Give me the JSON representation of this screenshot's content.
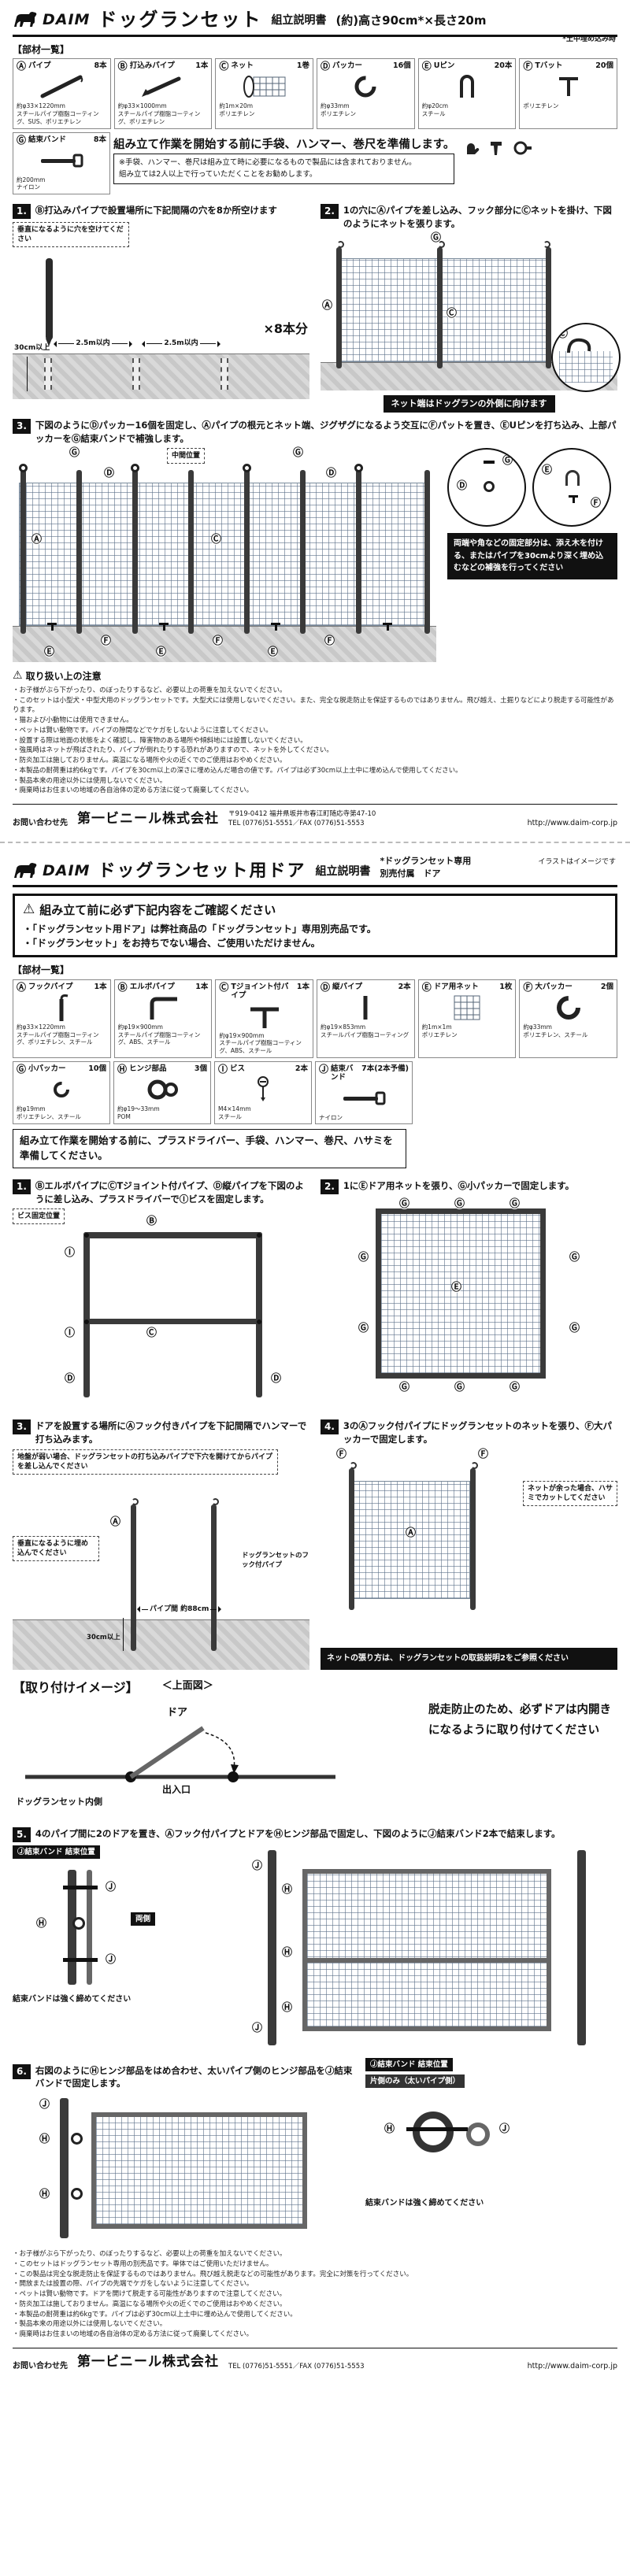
{
  "page1": {
    "header": {
      "brand": "DAIM",
      "title": "ドッグランセット",
      "doc": "組立説明書",
      "size": "(約)高さ90cm*×長さ20m",
      "size_note": "*土中埋め込み時"
    },
    "parts_heading": "【部材一覧】",
    "parts": [
      {
        "key": "Ⓐ",
        "name": "パイプ",
        "qty": "8本",
        "spec": "約φ33×1220mm",
        "material": "スチールパイプ樹脂コーティング、SUS、ポリエチレン"
      },
      {
        "key": "Ⓑ",
        "name": "打込みパイプ",
        "qty": "1本",
        "spec": "約φ33×1000mm",
        "material": "スチールパイプ樹脂コーティング、ポリエチレン"
      },
      {
        "key": "Ⓒ",
        "name": "ネット",
        "qty": "1巻",
        "spec": "約1m×20m",
        "material": "ポリエチレン"
      },
      {
        "key": "Ⓓ",
        "name": "パッカー",
        "qty": "16個",
        "spec": "約φ33mm",
        "material": "ポリエチレン"
      },
      {
        "key": "Ⓔ",
        "name": "Uピン",
        "qty": "20本",
        "spec": "約φ20cm",
        "material": "スチール"
      },
      {
        "key": "Ⓕ",
        "name": "Tバット",
        "qty": "20個",
        "spec": "",
        "material": "ポリエチレン"
      },
      {
        "key": "Ⓖ",
        "name": "結束バンド",
        "qty": "8本",
        "spec": "約200mm",
        "material": "ナイロン"
      }
    ],
    "prep": {
      "main": "組み立て作業を開始する前に手袋、ハンマー、巻尺を準備します。",
      "note1": "※手袋、ハンマー、巻尺は組み立て時に必要になるもので製品には含まれておりません。",
      "note2": "組み立ては2人以上で行っていただくことをお勧めします。"
    },
    "step1": {
      "num": "1.",
      "text": "Ⓑ打込みパイプで設置場所に下記間隔の穴を8か所空けます",
      "callout": "垂直になるように穴を空けてください",
      "span": "2.5m以内",
      "count": "×8本分",
      "depth": "30cm以上"
    },
    "step2": {
      "num": "2.",
      "text": "1の穴にⒶパイプを差し込み、フック部分にⒸネットを掛け、下図のようにネットを張ります。",
      "lbl_a": "Ⓐ",
      "lbl_c": "Ⓒ",
      "lbl_g": "Ⓖ",
      "banner": "ネット端はドッグランの外側に向けます"
    },
    "step3": {
      "num": "3.",
      "text": "下図のようにⒹパッカー16個を固定し、Ⓐパイプの根元とネット端、ジグザグになるよう交互にⒻパットを置き、ⒺUピンを打ち込み、上部パッカーをⒼ結束バンドで補強します。",
      "mid": "中間位置",
      "lbl_a": "Ⓐ",
      "lbl_c": "Ⓒ",
      "lbl_d": "Ⓓ",
      "lbl_e": "Ⓔ",
      "lbl_f": "Ⓕ",
      "lbl_g": "Ⓖ",
      "reinforce": "両端や角などの固定部分は、添え木を付ける、またはパイプを30cmより深く埋め込むなどの補強を行ってください"
    },
    "notes": {
      "warn": "⚠",
      "heading": "取り扱い上の注意",
      "items": [
        "・お子様がぶら下がったり、のぼったりするなど、必要以上の荷重を加えないでください。",
        "・このセットは小型犬・中型犬用のドッグランセットです。大型犬には使用しないでください。また、完全な脱走防止を保証するものではありません。飛び越え、土掘りなどにより脱走する可能性があります。",
        "・猫および小動物には使用できません。",
        "・ペットは賢い動物です。パイプの隙間などでケガをしないように注意してください。",
        "・設置する際は地面の状態をよく確認し、障害物のある場所や傾斜地には設置しないでください。",
        "・強風時はネットが飛ばされたり、パイプが倒れたりする恐れがありますので、ネットを外してください。",
        "・防炎加工は施しておりません。高温になる場所や火の近くでのご使用はおやめください。",
        "・本製品の耐荷重は約6kgです。パイプを30cm以上の深さに埋め込んだ場合の値です。パイプは必ず30cm以上土中に埋め込んで使用してください。",
        "・製品本来の用途以外には使用しないでください。",
        "・廃棄時はお住まいの地域の各自治体の定める方法に従って廃棄してください。"
      ]
    },
    "contact": {
      "label": "お問い合わせ先",
      "company": "第一ビニール株式会社",
      "address": "〒919-0412 福井県坂井市春江町随応寺第47-10",
      "tel": "TEL (0776)51-5551／FAX (0776)51-5553",
      "url": "http://www.daim-corp.jp"
    }
  },
  "page2": {
    "header": {
      "brand": "DAIM",
      "title": "ドッグランセット用ドア",
      "doc": "組立説明書",
      "sub1": "*ドッグランセット専用",
      "sub2": "別売付属　ドア",
      "note": "イラストはイメージです"
    },
    "confirm": {
      "warn": "⚠",
      "heading": "組み立て前に必ず下記内容をご確認ください",
      "line1": "・「ドッグランセット用ドア」は弊社商品の「ドッグランセット」専用別売品です。",
      "line2": "・「ドッグランセット」をお持ちでない場合、ご使用いただけません。"
    },
    "parts_heading": "【部材一覧】",
    "parts": [
      {
        "key": "Ⓐ",
        "name": "フックパイプ",
        "qty": "1本",
        "spec": "約φ33×1220mm",
        "material": "スチールパイプ樹脂コーティング、ポリエチレン、スチール"
      },
      {
        "key": "Ⓑ",
        "name": "エルボパイプ",
        "qty": "1本",
        "spec": "約φ19×900mm",
        "material": "スチールパイプ樹脂コーティング、ABS、スチール"
      },
      {
        "key": "Ⓒ",
        "name": "Tジョイント付パイプ",
        "qty": "1本",
        "spec": "約φ19×900mm",
        "material": "スチールパイプ樹脂コーティング、ABS、スチール"
      },
      {
        "key": "Ⓓ",
        "name": "縦パイプ",
        "qty": "2本",
        "spec": "約φ19×853mm",
        "material": "スチールパイプ樹脂コーティング"
      },
      {
        "key": "Ⓔ",
        "name": "ドア用ネット",
        "qty": "1枚",
        "spec": "約1m×1m",
        "material": "ポリエチレン"
      },
      {
        "key": "Ⓕ",
        "name": "大パッカー",
        "qty": "2個",
        "spec": "約φ33mm",
        "material": "ポリエチレン、スチール"
      },
      {
        "key": "Ⓖ",
        "name": "小パッカー",
        "qty": "10個",
        "spec": "約φ19mm",
        "material": "ポリエチレン、スチール"
      },
      {
        "key": "Ⓗ",
        "name": "ヒンジ部品",
        "qty": "3個",
        "spec": "約φ19～33mm",
        "material": "POM"
      },
      {
        "key": "Ⓘ",
        "name": "ビス",
        "qty": "2本",
        "spec": "M4×14mm",
        "material": "スチール"
      },
      {
        "key": "Ⓙ",
        "name": "結束バンド",
        "qty": "7本(2本予備)",
        "spec": "",
        "material": "ナイロン"
      }
    ],
    "prep": "組み立て作業を開始する前に、プラスドライバー、手袋、ハンマー、巻尺、ハサミを準備してください。",
    "step1": {
      "num": "1.",
      "text": "ⒷエルボパイプにⒸTジョイント付パイプ、Ⓓ縦パイプを下図のように差し込み、プラスドライバーでⒾビスを固定します。",
      "callout": "ビス固定位置",
      "lbl_b": "Ⓑ",
      "lbl_c": "Ⓒ",
      "lbl_d": "Ⓓ",
      "lbl_i": "Ⓘ"
    },
    "step2": {
      "num": "2.",
      "text": "1にⒺドア用ネットを張り、Ⓖ小パッカーで固定します。",
      "lbl_e": "Ⓔ",
      "lbl_g": "Ⓖ"
    },
    "step3": {
      "num": "3.",
      "text": "ドアを設置する場所にⒶフック付きパイプを下記間隔でハンマーで打ち込みます。",
      "callout1": "地盤が弱い場合、ドッグランセットの打ち込みパイプで下穴を開けてからパイプを差し込んでください",
      "callout2": "垂直になるように埋め込んでください",
      "depth": "30cm以上",
      "gap": "パイプ間 約88cm",
      "hook": "ドッグランセットのフック付パイプ",
      "lbl_a": "Ⓐ"
    },
    "step4": {
      "num": "4.",
      "text": "3のⒶフック付パイプにドッグランセットのネットを張り、Ⓕ大パッカーで固定します。",
      "callout1": "ネットが余った場合、ハサミでカットしてください",
      "callout2": "ネットの張り方は、ドッグランセットの取扱説明2をご参照ください",
      "lbl_a": "Ⓐ",
      "lbl_f": "Ⓕ"
    },
    "attach": {
      "heading": "【取り付けイメージ】",
      "view": "＜上面図＞",
      "inside": "ドッグランセット内側",
      "door": "ドア",
      "exit": "出入口",
      "warn": "脱走防止のため、必ずドアは内開きになるように取り付けてください"
    },
    "step5": {
      "num": "5.",
      "text": "4のパイプ間に2のドアを置き、Ⓐフック付パイプとドアをⒽヒンジ部品で固定し、下図のようにⒿ結束バンド2本で結束します。",
      "chip": "Ⓙ結束バンド 結束位置",
      "side": "両側",
      "tight": "結束バンドは強く締めてください",
      "lbl_h": "Ⓗ",
      "lbl_j": "Ⓙ"
    },
    "step6": {
      "num": "6.",
      "text": "右図のようにⒽヒンジ部品をはめ合わせ、太いパイプ側のヒンジ部品をⒿ結束バンドで固定します。",
      "chip": "Ⓙ結束バンド 結束位置",
      "side": "片側のみ（太いパイプ側）",
      "tight": "結束バンドは強く締めてください",
      "lbl_h": "Ⓗ",
      "lbl_j": "Ⓙ"
    },
    "notes": {
      "items": [
        "・お子様がぶら下がったり、のぼったりするなど、必要以上の荷重を加えないでください。",
        "・このセットはドッグランセット専用の別売品です。単体ではご使用いただけません。",
        "・この製品は完全な脱走防止を保証するものではありません。飛び越え脱走などの可能性があります。完全に対策を行ってください。",
        "・開放または設置の際、パイプの先端でケガをしないように注意してください。",
        "・ペットは賢い動物です。ドアを開けて脱走する可能性がありますので注意してください。",
        "・防炎加工は施しておりません。高温になる場所や火の近くでのご使用はおやめください。",
        "・本製品の耐荷重は約6kgです。パイプは必ず30cm以上土中に埋め込んで使用してください。",
        "・製品本来の用途以外には使用しないでください。",
        "・廃棄時はお住まいの地域の各自治体の定める方法に従って廃棄してください。"
      ]
    },
    "contact": {
      "label": "お問い合わせ先",
      "company": "第一ビニール株式会社",
      "tel": "TEL (0776)51-5551／FAX (0776)51-5553",
      "url": "http://www.daim-corp.jp"
    }
  }
}
